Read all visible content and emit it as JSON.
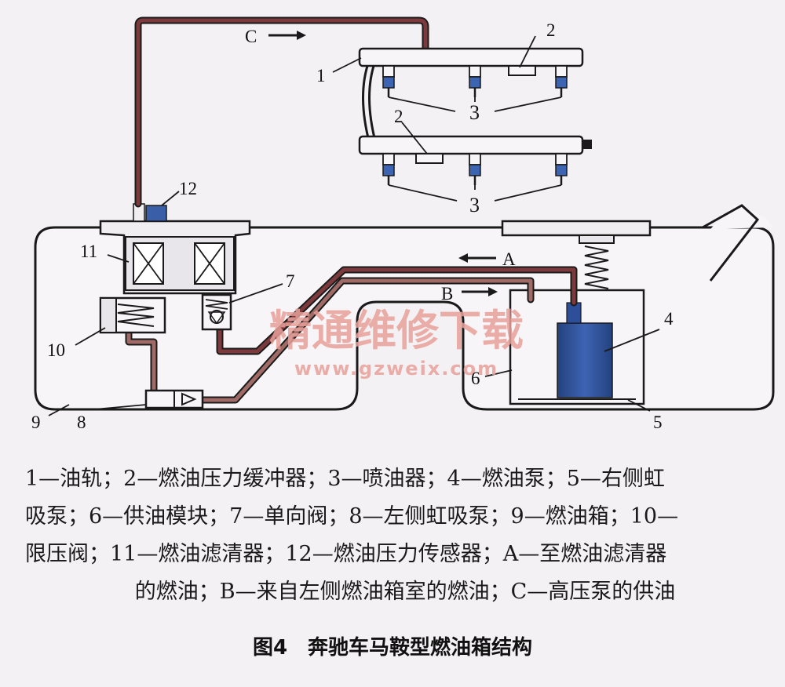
{
  "labels": {
    "n1": "1",
    "n2a": "2",
    "n2b": "2",
    "n3a": "3",
    "n3b": "3",
    "n4": "4",
    "n5": "5",
    "n6": "6",
    "n7": "7",
    "n8": "8",
    "n9": "9",
    "n10": "10",
    "n11": "11",
    "n12": "12",
    "A": "A",
    "B": "B",
    "C": "C"
  },
  "watermark": {
    "text": "精通维修下载",
    "url": "www.gzweix.com"
  },
  "legend": {
    "line1": "1—油轨；2—燃油压力缓冲器；3—喷油器；4—燃油泵；5—右侧虹",
    "line2": "吸泵；6—供油模块；7—单向阀；8—左侧虹吸泵；9—燃油箱；10—",
    "line3": "限压阀；11—燃油滤清器；12—燃油压力传感器；A—至燃油滤清器",
    "line4": "的燃油；B—来自左侧燃油箱室的燃油；C—高压泵的供油"
  },
  "caption": "图4　奔驰车马鞍型燃油箱结构",
  "colors": {
    "fuel_line": "#7d3a3c",
    "pump_blue": "#2d4f9a",
    "watermark_red": "#e8a09a",
    "outline": "#1a1a1a"
  }
}
